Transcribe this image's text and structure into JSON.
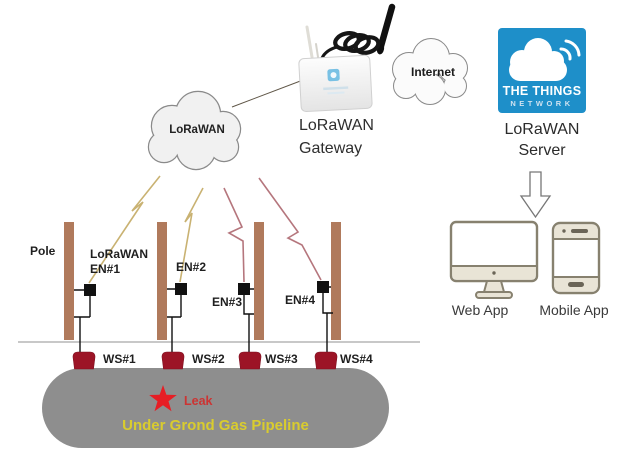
{
  "diagram": {
    "lorawan_cloud": {
      "label": "LoRaWAN"
    },
    "gateway": {
      "line1": "LoRaWAN",
      "line2": "Gateway"
    },
    "internet_cloud": {
      "label": "Internet"
    },
    "ttn_logo": {
      "line1": "THE THINGS",
      "line2": "NETWORK"
    },
    "server": {
      "line1": "LoRaWAN",
      "line2": "Server"
    },
    "apps": {
      "web": "Web App",
      "mobile": "Mobile App"
    },
    "field": {
      "pole_label": "Pole",
      "node1_prefix": "LoRaWAN",
      "nodes": [
        "EN#1",
        "EN#2",
        "EN#3",
        "EN#4"
      ],
      "sensors": [
        "WS#1",
        "WS#2",
        "WS#3",
        "WS#4"
      ],
      "leak": "Leak",
      "pipeline": "Under Grond Gas Pipeline"
    },
    "colors": {
      "ttn_blue": "#1e8fc9",
      "pole_brown": "#b07a5c",
      "sensor_red": "#9c1426",
      "pipeline_gray": "#8e8e8e",
      "pipeline_text_yellow": "#d9cc2e",
      "leak_red": "#cc3433",
      "star_red": "#e61e25",
      "radio_link_tan": "#c9b272",
      "radio_link_maroon": "#b5767d",
      "device_outline": "#87816f"
    }
  }
}
